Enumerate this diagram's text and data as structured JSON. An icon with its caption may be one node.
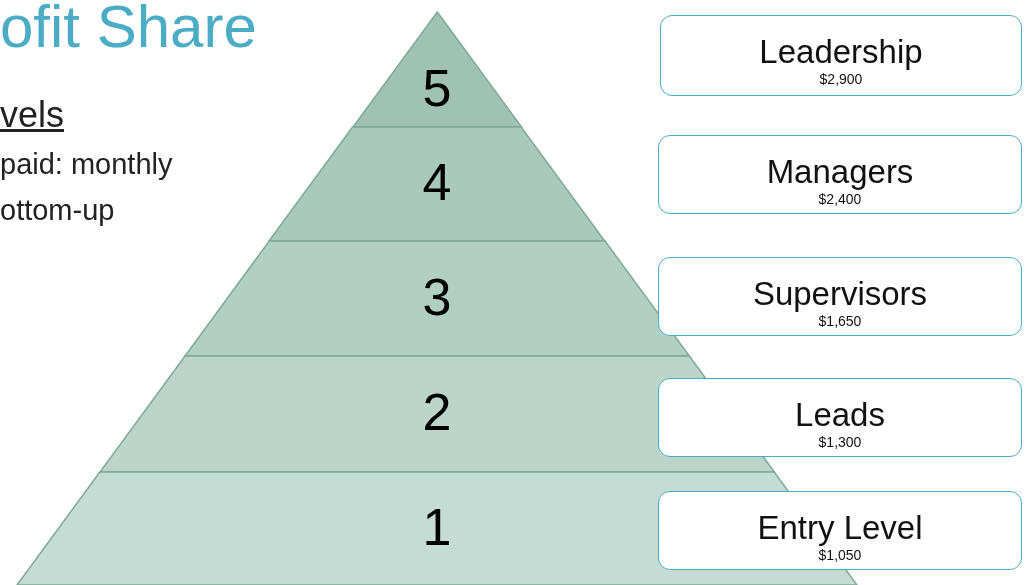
{
  "diagram": {
    "title": "ofit Share",
    "nodes": [
      {
        "text": [
          "5"
        ]
      },
      {
        "text": [
          "4"
        ]
      },
      {
        "text": [
          "3"
        ]
      },
      {
        "text": [
          "2"
        ]
      },
      {
        "text": [
          "1"
        ]
      },
      {
        "text": [
          "Leadership",
          "$2,900"
        ]
      },
      {
        "text": [
          "Managers",
          "$2,400"
        ]
      },
      {
        "text": [
          "Supervisors",
          "$1,650"
        ]
      },
      {
        "text": [
          "Leads",
          "$1,300"
        ]
      },
      {
        "text": [
          "Entry Level",
          "$1,050"
        ]
      }
    ],
    "edges": [],
    "labels": [
      "vels",
      "paid: monthly",
      "ottom-up"
    ]
  }
}
